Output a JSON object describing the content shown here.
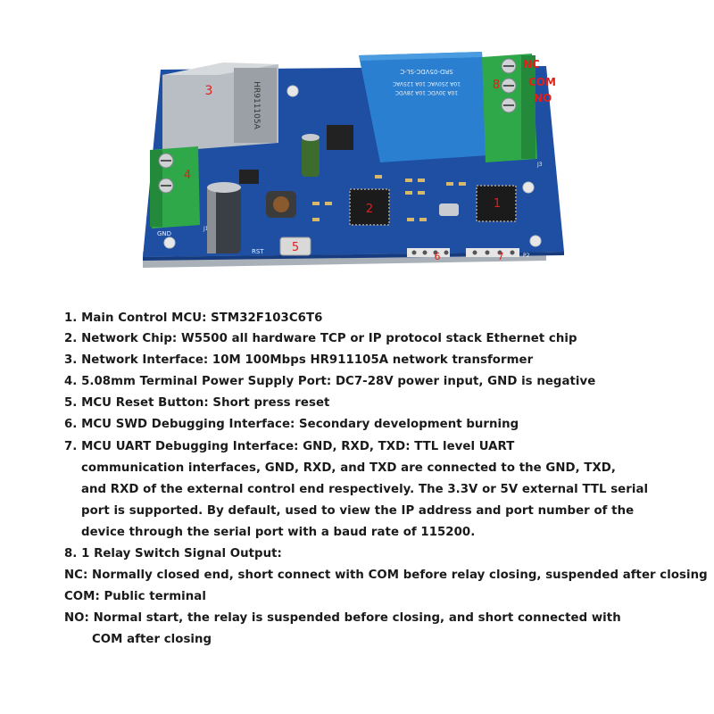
{
  "board_labels": {
    "transformer_model": "HR911105A",
    "relay_model": "SRD-05VDC-SL-C",
    "relay_rating_1": "10A 250VAC  10A 125VAC",
    "relay_rating_2": "10A 30VDC   10A 28VDC",
    "gnd_silk": "GND",
    "rst_silk": "RST",
    "j1_silk": "J1",
    "j3_silk": "J3",
    "p2_silk": "P2"
  },
  "callouts": {
    "c1": "1",
    "c2": "2",
    "c3": "3",
    "c4": "4",
    "c5": "5",
    "c6": "6",
    "c7": "7",
    "c8": "8",
    "nc": "NC",
    "com": "COM",
    "no": "NO"
  },
  "description": {
    "lines": [
      "1. Main Control MCU: STM32F103C6T6",
      "2. Network Chip: W5500 all hardware TCP or IP protocol stack Ethernet chip",
      "3. Network Interface: 10M 100Mbps HR911105A network transformer",
      "4. 5.08mm Terminal Power Supply Port: DC7-28V power input, GND is negative",
      "5. MCU Reset Button: Short press reset",
      "6. MCU SWD Debugging Interface: Secondary development burning",
      "7. MCU UART Debugging Interface: GND, RXD, TXD: TTL level UART",
      "communication interfaces, GND, RXD, and TXD are connected to the GND, TXD,",
      "and RXD of the external control end respectively. The 3.3V or 5V external TTL serial",
      "port is supported. By default, used to view the IP address and port number of the",
      "device through the serial port with a baud rate of 115200.",
      "8. 1 Relay Switch Signal Output:",
      "NC: Normally closed end, short connect with COM before relay closing, suspended after closing",
      "COM: Public terminal",
      "NO: Normal start, the relay is suspended before closing, and short connected with",
      "COM after closing"
    ]
  },
  "colors": {
    "pcb": "#1e4fa3",
    "relay": "#2a7fd0",
    "terminal": "#2fa84a",
    "callout_red": "#e0201a"
  }
}
